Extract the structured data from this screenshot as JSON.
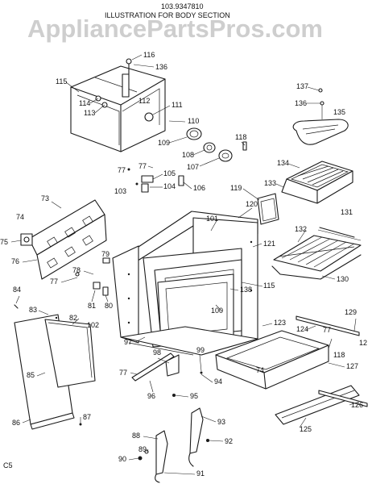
{
  "header": {
    "model_number": "103.9347810",
    "title": "ILLUSTRATION FOR BODY SECTION"
  },
  "watermark": "AppliancePartsPros.com",
  "footer_code": "C5",
  "part_labels": [
    {
      "id": "p116",
      "text": "116"
    },
    {
      "id": "p136a",
      "text": "136"
    },
    {
      "id": "p115a",
      "text": "115"
    },
    {
      "id": "p114",
      "text": "114"
    },
    {
      "id": "p113",
      "text": "113"
    },
    {
      "id": "p112",
      "text": "112"
    },
    {
      "id": "p111",
      "text": "111"
    },
    {
      "id": "p110",
      "text": "110"
    },
    {
      "id": "p109",
      "text": "109"
    },
    {
      "id": "p108",
      "text": "108"
    },
    {
      "id": "p107",
      "text": "107"
    },
    {
      "id": "p118a",
      "text": "118"
    },
    {
      "id": "p137",
      "text": "137"
    },
    {
      "id": "p136b",
      "text": "136"
    },
    {
      "id": "p135",
      "text": "135"
    },
    {
      "id": "p134",
      "text": "134"
    },
    {
      "id": "p133",
      "text": "133"
    },
    {
      "id": "p119",
      "text": "119"
    },
    {
      "id": "p120",
      "text": "120"
    },
    {
      "id": "p131",
      "text": "131"
    },
    {
      "id": "p132",
      "text": "132"
    },
    {
      "id": "p130",
      "text": "130"
    },
    {
      "id": "p121",
      "text": "121"
    },
    {
      "id": "p138",
      "text": "138"
    },
    {
      "id": "p115b",
      "text": "115"
    },
    {
      "id": "p77a",
      "text": "77"
    },
    {
      "id": "p105",
      "text": "105"
    },
    {
      "id": "p77b",
      "text": "77"
    },
    {
      "id": "p103",
      "text": "103"
    },
    {
      "id": "p104",
      "text": "104"
    },
    {
      "id": "p106",
      "text": "106"
    },
    {
      "id": "p73",
      "text": "73"
    },
    {
      "id": "p74a",
      "text": "74"
    },
    {
      "id": "p75",
      "text": "75"
    },
    {
      "id": "p101",
      "text": "101"
    },
    {
      "id": "p76",
      "text": "76"
    },
    {
      "id": "p79",
      "text": "79"
    },
    {
      "id": "p78",
      "text": "78"
    },
    {
      "id": "p77c",
      "text": "77"
    },
    {
      "id": "p84",
      "text": "84"
    },
    {
      "id": "p81",
      "text": "81"
    },
    {
      "id": "p80",
      "text": "80"
    },
    {
      "id": "p83",
      "text": "83"
    },
    {
      "id": "p82",
      "text": "82"
    },
    {
      "id": "p102",
      "text": "102"
    },
    {
      "id": "p100",
      "text": "100"
    },
    {
      "id": "p123",
      "text": "123"
    },
    {
      "id": "p129",
      "text": "129"
    },
    {
      "id": "p124",
      "text": "124"
    },
    {
      "id": "p77d",
      "text": "77"
    },
    {
      "id": "p122",
      "text": "12"
    },
    {
      "id": "p118b",
      "text": "118"
    },
    {
      "id": "p97",
      "text": "97"
    },
    {
      "id": "p99",
      "text": "99"
    },
    {
      "id": "p85",
      "text": "85"
    },
    {
      "id": "p98",
      "text": "98"
    },
    {
      "id": "p74b",
      "text": "74"
    },
    {
      "id": "p127",
      "text": "127"
    },
    {
      "id": "p77e",
      "text": "77"
    },
    {
      "id": "p94",
      "text": "94"
    },
    {
      "id": "p96",
      "text": "96"
    },
    {
      "id": "p95",
      "text": "95"
    },
    {
      "id": "p126",
      "text": "126"
    },
    {
      "id": "p87",
      "text": "87"
    },
    {
      "id": "p86",
      "text": "86"
    },
    {
      "id": "p125",
      "text": "125"
    },
    {
      "id": "p93",
      "text": "93"
    },
    {
      "id": "p88",
      "text": "88"
    },
    {
      "id": "p89",
      "text": "89"
    },
    {
      "id": "p92",
      "text": "92"
    },
    {
      "id": "p90",
      "text": "90"
    },
    {
      "id": "p91",
      "text": "91"
    }
  ]
}
